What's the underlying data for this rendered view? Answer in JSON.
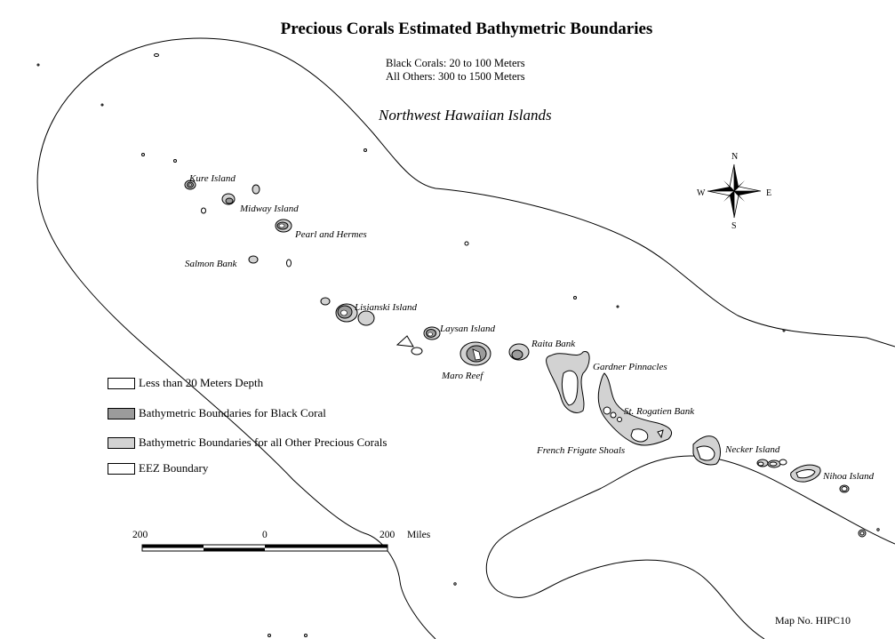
{
  "map": {
    "title": "Precious Corals Estimated Bathymetric Boundaries",
    "subtitle_lines": [
      "Black Corals:  20 to 100 Meters",
      "All Others:  300 to 1500 Meters"
    ],
    "region_name": "Northwest Hawaiian Islands",
    "map_number": "Map No. HIPC10",
    "colors": {
      "background": "#ffffff",
      "black_coral": "#9b9b9b",
      "other_coral": "#d2d2d2",
      "outline": "#000000"
    }
  },
  "labels": {
    "kure": "Kure Island",
    "midway": "Midway Island",
    "pearl_hermes": "Pearl and Hermes",
    "salmon": "Salmon Bank",
    "lisianski": "Lisianski Island",
    "laysan": "Laysan Island",
    "maro": "Maro Reef",
    "raita": "Raita Bank",
    "gardner": "Gardner Pinnacles",
    "st_rogatien": "St. Rogatien Bank",
    "french_frigate": "French Frigate Shoals",
    "necker": "Necker Island",
    "nihoa": "Nihoa Island"
  },
  "legend": [
    {
      "label": "Less than 20 Meters Depth",
      "color": "#ffffff"
    },
    {
      "label": "Bathymetric Boundaries for Black Coral",
      "color": "#9b9b9b"
    },
    {
      "label": "Bathymetric Boundaries for all Other Precious Corals",
      "color": "#d2d2d2"
    },
    {
      "label": "EEZ Boundary",
      "color": "#ffffff"
    }
  ],
  "compass": {
    "n": "N",
    "s": "S",
    "e": "E",
    "w": "W",
    "icon": "compass-rose-icon"
  },
  "scale_bar": {
    "left": "200",
    "middle": "0",
    "right": "200",
    "unit": "Miles"
  }
}
